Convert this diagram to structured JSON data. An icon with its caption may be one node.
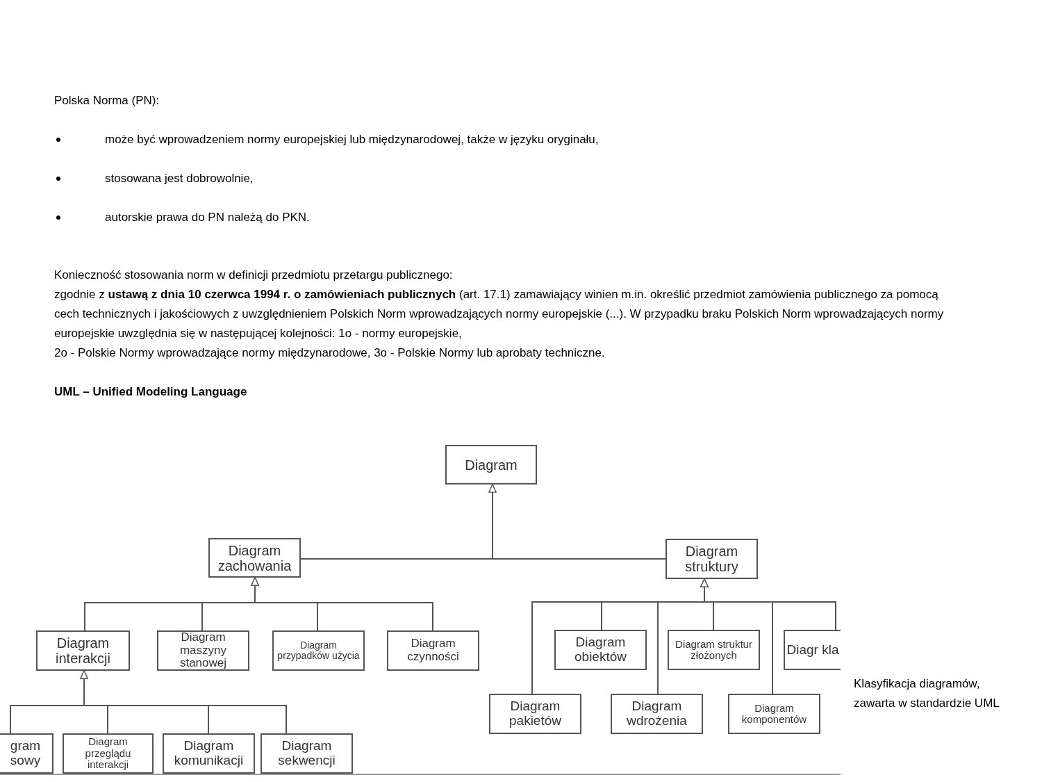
{
  "diagram": {
    "title": "UML – Unified Modeling Language",
    "caption": "Klasyfikacja diagramów, zawarta w standardzie UML",
    "nodes": [
      {
        "text": [
          "Diagram"
        ]
      },
      {
        "text": [
          "Diagram zachowania"
        ]
      },
      {
        "text": [
          "Diagram struktury"
        ]
      },
      {
        "text": [
          "Diagram interakcji"
        ]
      },
      {
        "text": [
          "Diagram maszyny stanowej"
        ]
      },
      {
        "text": [
          "Diagram przypadków użycia"
        ]
      },
      {
        "text": [
          "Diagram czynności"
        ]
      },
      {
        "text": [
          "gram sowy"
        ]
      },
      {
        "text": [
          "Diagram przeglądu interakcji"
        ]
      },
      {
        "text": [
          "Diagram komunikacji"
        ]
      },
      {
        "text": [
          "Diagram sekwencji"
        ]
      },
      {
        "text": [
          "Diagram obiektów"
        ]
      },
      {
        "text": [
          "Diagram struktur złożonych"
        ]
      },
      {
        "text": [
          "Diagr kla"
        ]
      },
      {
        "text": [
          "Diagram pakietów"
        ]
      },
      {
        "text": [
          "Diagram wdrożenia"
        ]
      },
      {
        "text": [
          "Diagram komponentów"
        ]
      }
    ],
    "edges": [
      {
        "from": 1,
        "to": 0,
        "arrow": "to"
      },
      {
        "from": 2,
        "to": 0,
        "arrow": "to"
      },
      {
        "from": 3,
        "to": 1,
        "arrow": "to"
      },
      {
        "from": 4,
        "to": 1,
        "arrow": "to"
      },
      {
        "from": 5,
        "to": 1,
        "arrow": "to"
      },
      {
        "from": 6,
        "to": 1,
        "arrow": "to"
      },
      {
        "from": 7,
        "to": 3,
        "arrow": "to"
      },
      {
        "from": 8,
        "to": 3,
        "arrow": "to"
      },
      {
        "from": 9,
        "to": 3,
        "arrow": "to"
      },
      {
        "from": 10,
        "to": 3,
        "arrow": "to"
      },
      {
        "from": 14,
        "to": 2,
        "arrow": "to"
      },
      {
        "from": 11,
        "to": 2,
        "arrow": "to"
      },
      {
        "from": 15,
        "to": 2,
        "arrow": "to"
      },
      {
        "from": 12,
        "to": 2,
        "arrow": "to"
      },
      {
        "from": 16,
        "to": 2,
        "arrow": "to"
      },
      {
        "from": 13,
        "to": 2,
        "arrow": "to"
      }
    ],
    "labels": [
      "Polska Norma (PN):",
      "może być wprowadzeniem normy europejskiej lub międzynarodowej, także w języku oryginału,",
      "stosowana jest dobrowolnie,",
      "autorskie prawa do PN należą do PKN.",
      "Konieczność stosowania norm w definicji przedmiotu przetargu publicznego:",
      "zgodnie z **ustawą z dnia 10 czerwca 1994 r. o zamówieniach publicznych** (art. 17.1) zamawiający winien m.in. określić przedmiot zamówienia publicznego za pomocą",
      "cech technicznych i jakościowych z uwzględnieniem Polskich Norm wprowadzających normy europejskie (...). W przypadku braku Polskich Norm wprowadzających normy europejskie uwzględnia się w następującej kolejności: 1o - normy europejskie,",
      "2o - Polskie Normy wprowadzające normy międzynarodowe, 3o - Polskie Normy lub aprobaty techniczne."
    ]
  }
}
